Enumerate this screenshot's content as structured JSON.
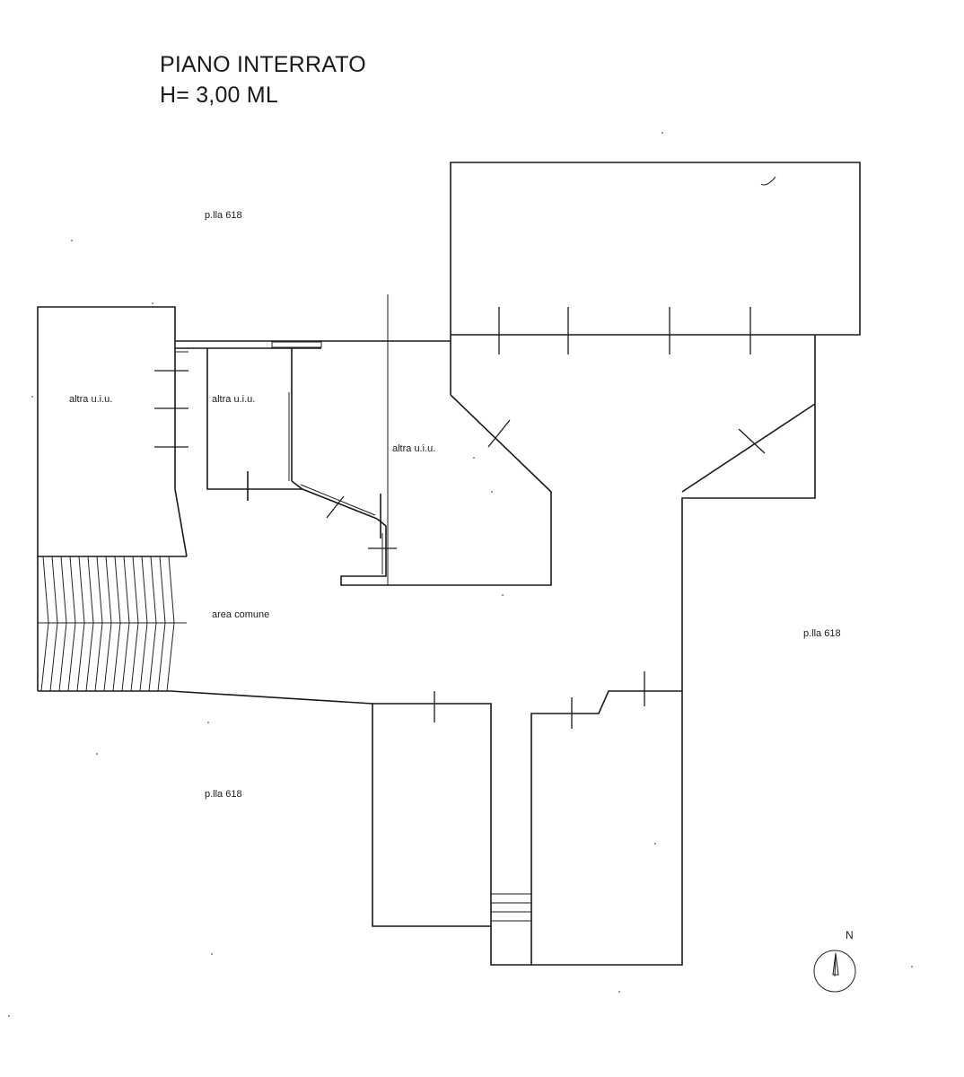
{
  "header": {
    "title": "PIANO INTERRATO",
    "height": "H= 3,00 ML"
  },
  "labels": {
    "plot_top": "p.lla 618",
    "plot_right": "p.lla 618",
    "plot_bottom": "p.lla 618",
    "unit_left": "altra u.i.u.",
    "unit_center": "altra u.i.u.",
    "unit_right": "altra u.i.u.",
    "common_area": "area comune"
  },
  "compass": {
    "label": "N"
  }
}
